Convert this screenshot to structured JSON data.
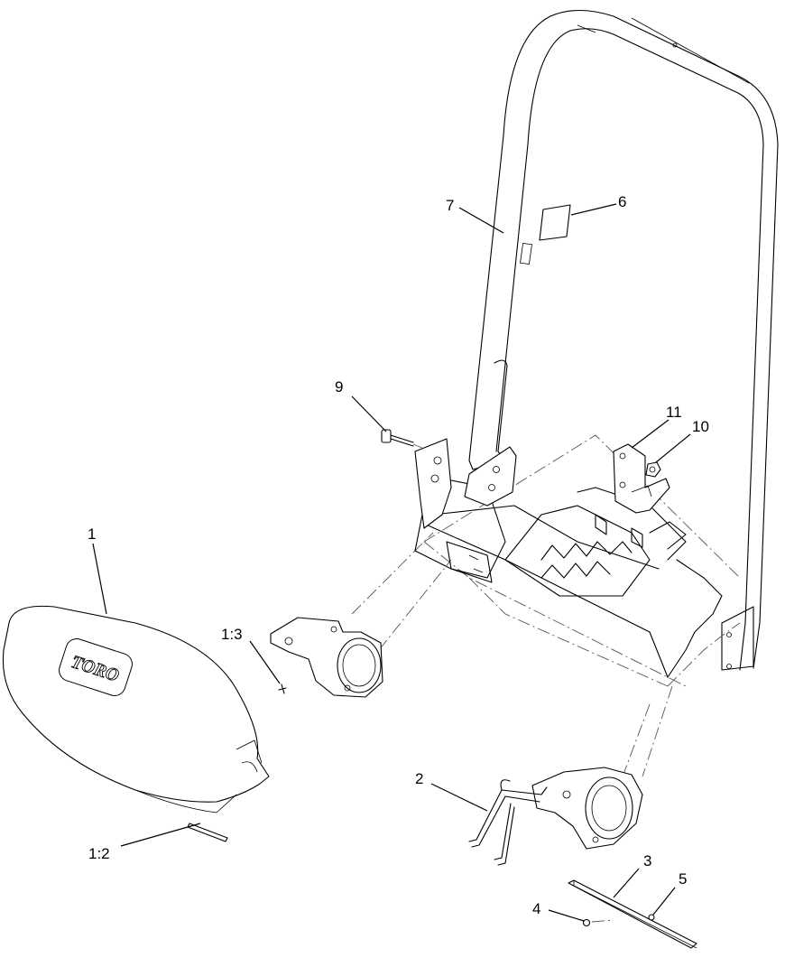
{
  "callouts": {
    "c1": "1",
    "c1_2": "1:2",
    "c1_3": "1:3",
    "c2": "2",
    "c3": "3",
    "c4": "4",
    "c5": "5",
    "c6": "6",
    "c7": "7",
    "c9": "9",
    "c10": "10",
    "c11": "11"
  },
  "logo": {
    "text": "TORO"
  }
}
